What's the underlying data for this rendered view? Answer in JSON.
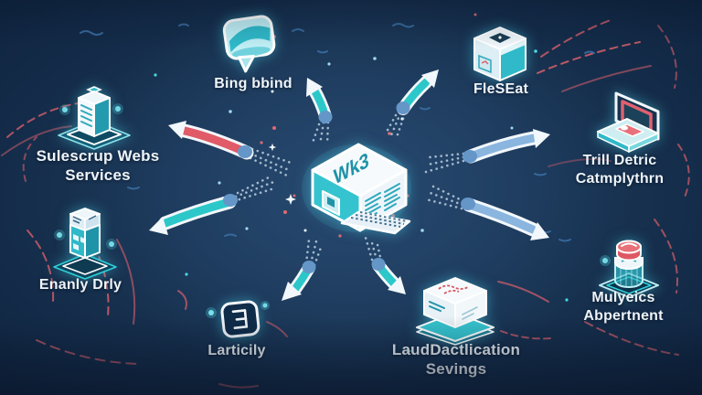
{
  "center": {
    "label": "Wk3",
    "icon": "web3-computer-icon"
  },
  "nodes": [
    {
      "id": "bing-bbind",
      "icon": "chat-bubble-icon",
      "lines": [
        "Bing bbind"
      ]
    },
    {
      "id": "fleseat",
      "icon": "server-box-icon",
      "lines": [
        "FleSEat"
      ]
    },
    {
      "id": "sulescrup-webs-services",
      "icon": "server-tower-icon",
      "lines": [
        "Sulescrup Webs",
        "Services"
      ]
    },
    {
      "id": "enanly-drly",
      "icon": "circuit-tower-icon",
      "lines": [
        "Enanly Drly"
      ]
    },
    {
      "id": "larticily",
      "icon": "rounded-badge-icon",
      "lines": [
        "Larticily"
      ]
    },
    {
      "id": "lauddactlication-sevings",
      "icon": "crate-platform-icon",
      "lines": [
        "LaudDactlication",
        "Sevings"
      ]
    },
    {
      "id": "trill-detric-catmplythrn",
      "icon": "frame-device-icon",
      "lines": [
        "Trill Detric",
        "Catmplythrn"
      ]
    },
    {
      "id": "mulyeics-abpertnent",
      "icon": "canister-platform-icon",
      "lines": [
        "Mulyeics",
        "Abpertnent"
      ]
    }
  ],
  "arrows": [
    {
      "direction": "up-left",
      "color": "#e05a68",
      "target": "sulescrup-webs-services"
    },
    {
      "direction": "down-left",
      "color": "#2cc7c9",
      "target": "enanly-drly"
    },
    {
      "direction": "up",
      "color": "#2cc7c9",
      "target": "bing-bbind"
    },
    {
      "direction": "up-right",
      "color": "#2cc7c9",
      "target": "fleseat"
    },
    {
      "direction": "right-up",
      "color": "#8ab5de",
      "target": "trill-detric-catmplythrn"
    },
    {
      "direction": "right-down",
      "color": "#8ab5de",
      "target": "mulyeics-abpertnent"
    },
    {
      "direction": "down-left-short",
      "color": "#2cc7c9",
      "target": "larticily"
    },
    {
      "direction": "down-right",
      "color": "#2cc7c9",
      "target": "lauddactlication-sevings"
    }
  ],
  "colors": {
    "background_center": "#27496f",
    "background_edge": "#0f2440",
    "teal": "#2fc8cf",
    "red": "#e0606c",
    "steel_blue": "#8ab5de",
    "white": "#f4f8fb",
    "glow": "#4fd8e8"
  }
}
